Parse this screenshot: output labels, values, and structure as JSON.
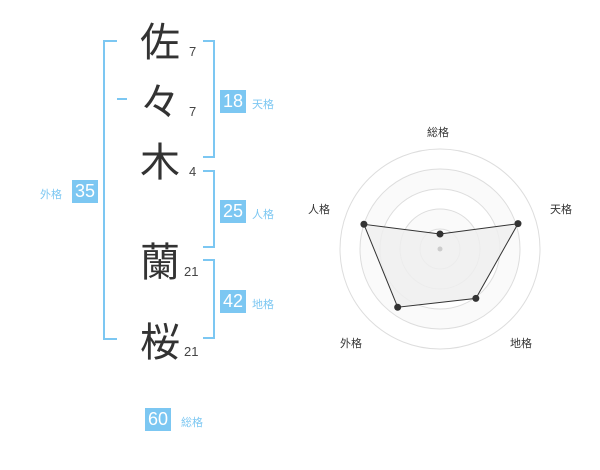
{
  "characters": [
    {
      "char": "佐",
      "strokes": "7"
    },
    {
      "char": "々",
      "strokes": "7"
    },
    {
      "char": "木",
      "strokes": "4"
    },
    {
      "char": "蘭",
      "strokes": "21"
    },
    {
      "char": "桜",
      "strokes": "21"
    }
  ],
  "kakusu": {
    "tenkaku": {
      "value": "18",
      "label": "天格"
    },
    "jinkaku": {
      "value": "25",
      "label": "人格"
    },
    "chikaku": {
      "value": "42",
      "label": "地格"
    },
    "gaikaku": {
      "value": "35",
      "label": "外格"
    },
    "soukaku": {
      "value": "60",
      "label": "総格"
    }
  },
  "radar": {
    "axes": [
      "総格",
      "天格",
      "地格",
      "外格",
      "人格"
    ],
    "values": [
      0.15,
      0.82,
      0.61,
      0.72,
      0.8
    ],
    "colors": {
      "fill": "#eeeeee",
      "stroke": "#333333",
      "grid": "#dddddd"
    }
  }
}
